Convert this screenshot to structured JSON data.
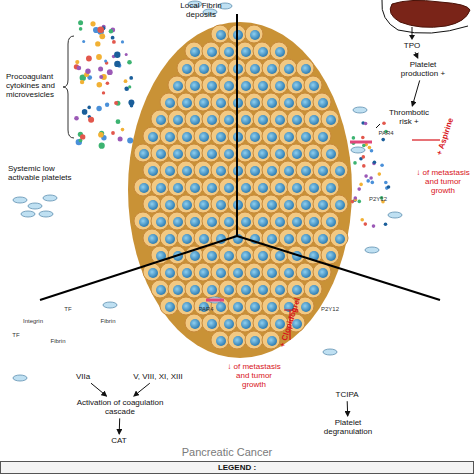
{
  "diagram": {
    "nodes": [
      {
        "text": [
          "TPO"
        ]
      },
      {
        "text": [
          "Platelet production +"
        ]
      },
      {
        "text": [
          "Thrombotic risk +"
        ]
      },
      {
        "text": [
          "VIIa"
        ]
      },
      {
        "text": [
          "V, VIII, XI, XIII"
        ]
      },
      {
        "text": [
          "Activation of coagulation cascade"
        ]
      },
      {
        "text": [
          "CAT"
        ]
      },
      {
        "text": [
          "TCIPA"
        ]
      },
      {
        "text": [
          "Platelet degranulation"
        ]
      },
      {
        "text": [
          "LEGEND :"
        ]
      }
    ],
    "edges": [
      {
        "from": 0,
        "to": 1,
        "arrow": "to"
      },
      {
        "from": 1,
        "to": 2,
        "arrow": "to"
      },
      {
        "from": 3,
        "to": 5,
        "arrow": "to"
      },
      {
        "from": 4,
        "to": 5,
        "arrow": "to"
      },
      {
        "from": 5,
        "to": 6,
        "arrow": "to"
      },
      {
        "from": 7,
        "to": 8,
        "arrow": "to"
      }
    ],
    "labels": [
      "Local Fibrin deposits",
      "Procoagulant cytokines and microvesicles",
      "Systemic low activable platelets",
      "+ Aspirine",
      "↓ of metastasis and tumor growth",
      "PAR4",
      "P2Y12",
      "TF",
      "Integrin",
      "TF",
      "Fibrin",
      "Fibrin",
      "PAR4",
      "P2Y12",
      "+ Clopidogrel",
      "↓ of metastasis and tumor growth",
      "Pancreatic Cancer"
    ]
  }
}
